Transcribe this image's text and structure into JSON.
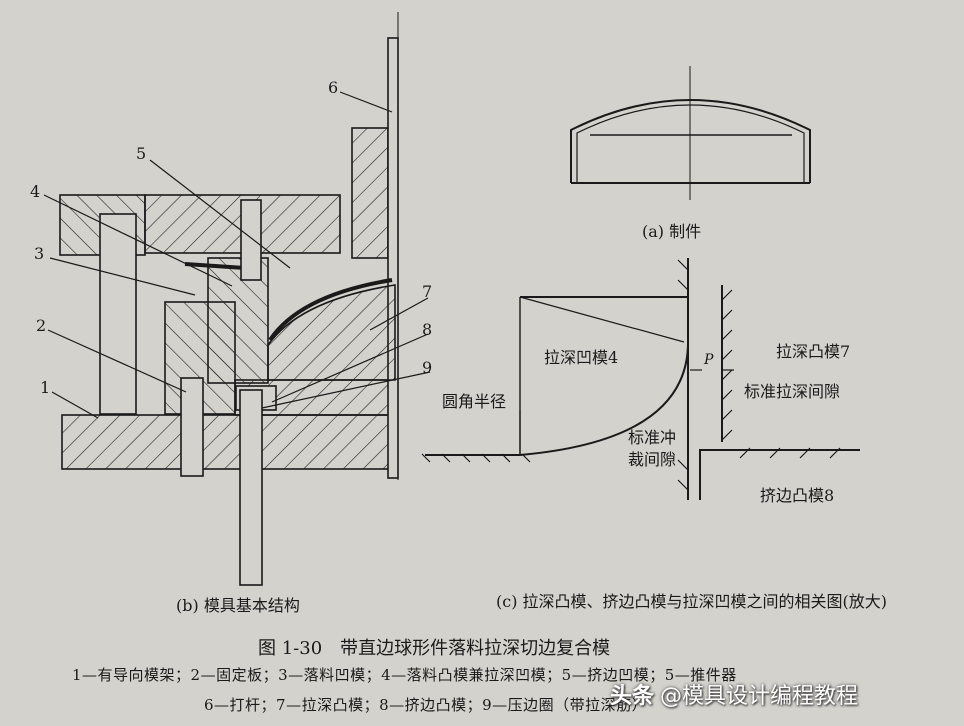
{
  "figure": {
    "number_title": "图 1-30　带直边球形件落料拉深切边复合模",
    "legend_line1": "1—有导向模架；2—固定板；3—落料凹模；4—落料凸模兼拉深凹模；5—挤边凹模；5—推件器",
    "legend_line2": "6—打杆；7—拉深凸模；8—挤边凸模；9—压边圈（带拉深筋）"
  },
  "panel_a": {
    "caption": "(a) 制件"
  },
  "panel_b": {
    "caption": "(b) 模具基本结构",
    "callouts": [
      "1",
      "2",
      "3",
      "4",
      "5",
      "6",
      "7",
      "8",
      "9"
    ]
  },
  "panel_c": {
    "caption": "(c) 拉深凸模、挤边凸模与拉深凹模之间的相关图(放大)",
    "label_die": "拉深凹模4",
    "label_punch": "拉深凸模7",
    "label_radius": "圆角半径",
    "label_p": "P",
    "label_draw_gap": "标准拉深间隙",
    "label_cut_gap_1": "标准冲",
    "label_cut_gap_2": "裁间隙",
    "label_trim_punch": "挤边凸模8"
  },
  "watermark": {
    "logo": "头条",
    "handle": "@模具设计编程教程"
  }
}
